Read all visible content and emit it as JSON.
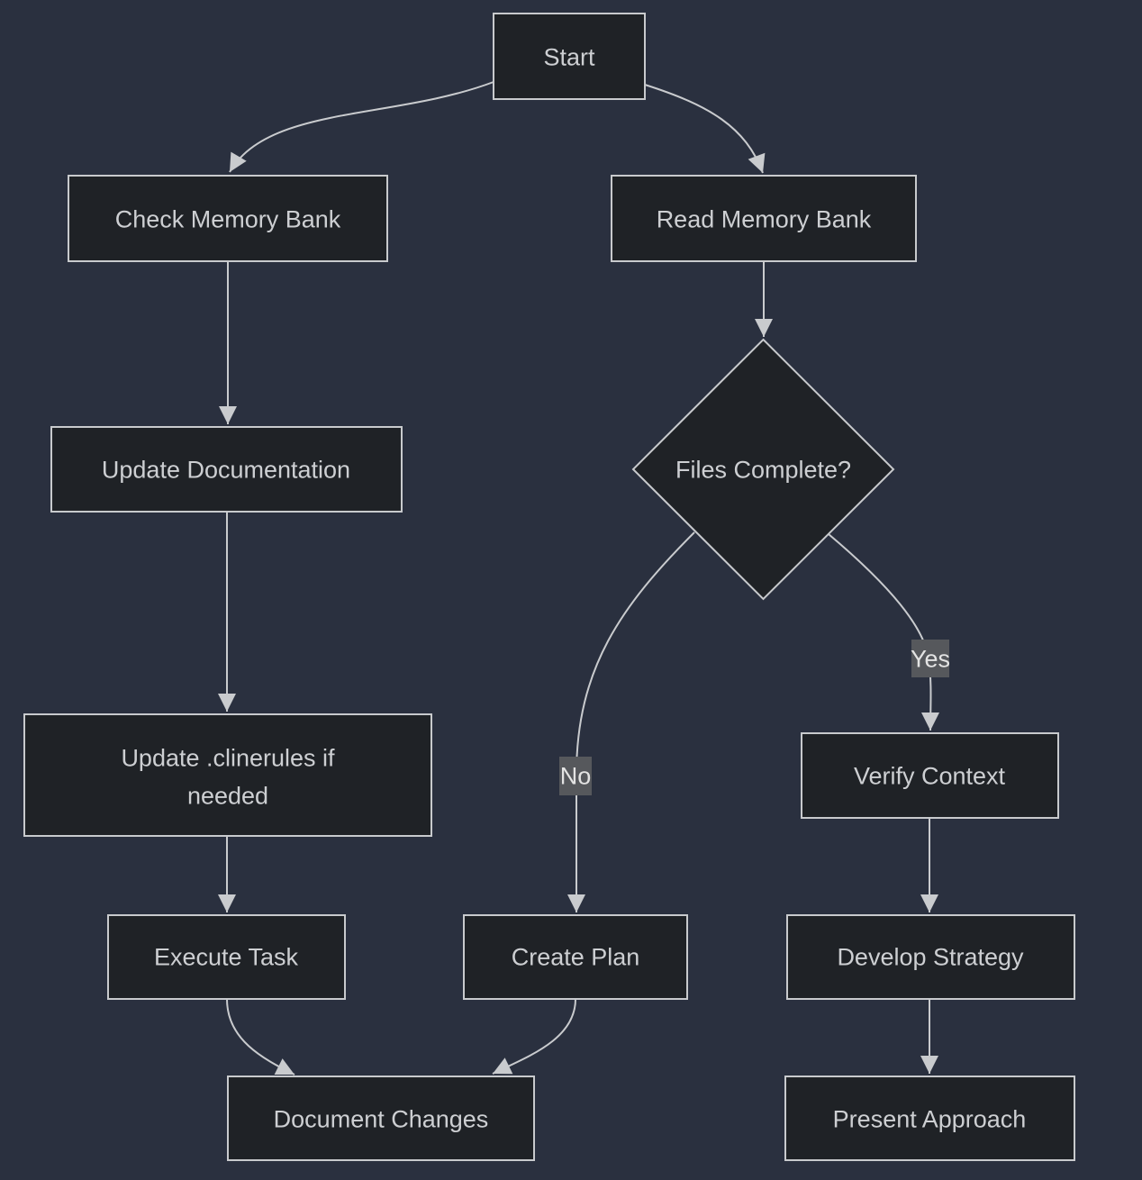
{
  "diagram": {
    "type": "flowchart",
    "colors": {
      "background": "#2a303f",
      "node_fill": "#1f2226",
      "node_border": "#c8cacd",
      "edge": "#c9cbce",
      "node_text": "#cdcfd2",
      "edge_label_bg": "#56585c",
      "edge_label_text": "#e3e3e3"
    },
    "nodes": {
      "start": {
        "label": "Start",
        "shape": "rect"
      },
      "check_memory_bank": {
        "label": "Check Memory Bank",
        "shape": "rect"
      },
      "read_memory_bank": {
        "label": "Read Memory Bank",
        "shape": "rect"
      },
      "update_documentation": {
        "label": "Update Documentation",
        "shape": "rect"
      },
      "files_complete": {
        "label": "Files Complete?",
        "shape": "diamond"
      },
      "update_clinerules": {
        "label_line1": "Update .clinerules if",
        "label_line2": "needed",
        "shape": "rect"
      },
      "verify_context": {
        "label": "Verify Context",
        "shape": "rect"
      },
      "execute_task": {
        "label": "Execute Task",
        "shape": "rect"
      },
      "create_plan": {
        "label": "Create Plan",
        "shape": "rect"
      },
      "develop_strategy": {
        "label": "Develop Strategy",
        "shape": "rect"
      },
      "document_changes": {
        "label": "Document Changes",
        "shape": "rect"
      },
      "present_approach": {
        "label": "Present Approach",
        "shape": "rect"
      }
    },
    "edge_labels": {
      "yes": "Yes",
      "no": "No"
    },
    "edges": [
      {
        "from": "start",
        "to": "check_memory_bank"
      },
      {
        "from": "start",
        "to": "read_memory_bank"
      },
      {
        "from": "check_memory_bank",
        "to": "update_documentation"
      },
      {
        "from": "update_documentation",
        "to": "update_clinerules"
      },
      {
        "from": "update_clinerules",
        "to": "execute_task"
      },
      {
        "from": "execute_task",
        "to": "document_changes"
      },
      {
        "from": "read_memory_bank",
        "to": "files_complete"
      },
      {
        "from": "files_complete",
        "to": "create_plan",
        "label": "No"
      },
      {
        "from": "files_complete",
        "to": "verify_context",
        "label": "Yes"
      },
      {
        "from": "create_plan",
        "to": "document_changes"
      },
      {
        "from": "verify_context",
        "to": "develop_strategy"
      },
      {
        "from": "develop_strategy",
        "to": "present_approach"
      }
    ]
  }
}
